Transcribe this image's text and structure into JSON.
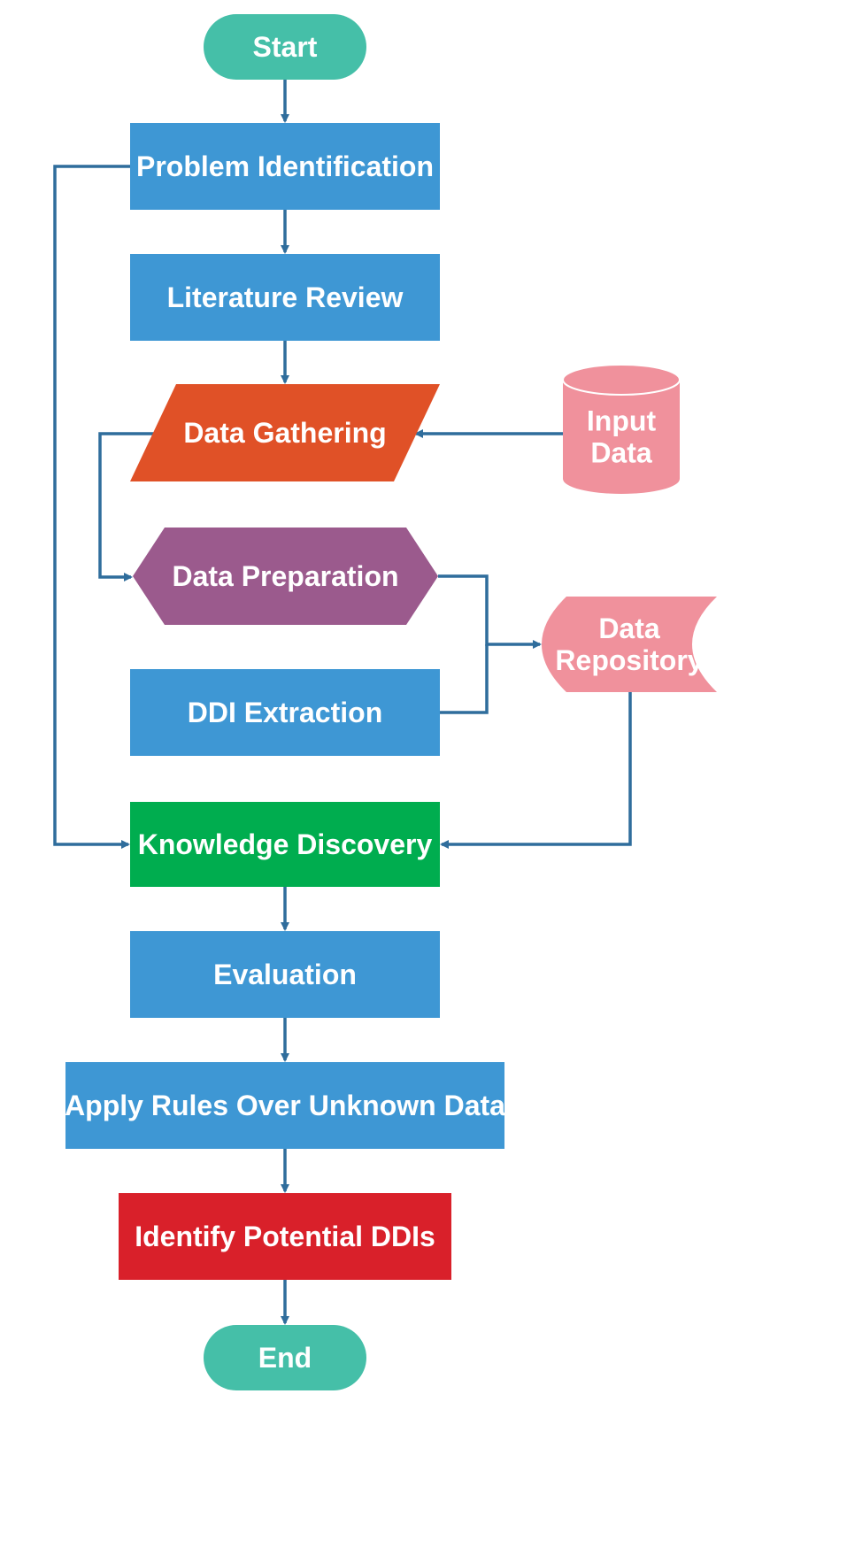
{
  "diagram": {
    "type": "flowchart",
    "nodes": [
      {
        "id": "start",
        "shape": "terminator",
        "lines": [
          "Start"
        ],
        "color": "#45bfa8"
      },
      {
        "id": "problem",
        "shape": "process",
        "lines": [
          "Problem Identification"
        ],
        "color": "#3e97d4"
      },
      {
        "id": "literature",
        "shape": "process",
        "lines": [
          "Literature Review"
        ],
        "color": "#3e97d4"
      },
      {
        "id": "gathering",
        "shape": "data-io",
        "lines": [
          "Data Gathering"
        ],
        "color": "#e05127"
      },
      {
        "id": "input",
        "shape": "database",
        "lines": [
          "Input",
          "Data"
        ],
        "color": "#f0919c"
      },
      {
        "id": "preparation",
        "shape": "preparation",
        "lines": [
          "Data Preparation"
        ],
        "color": "#9b5a8d"
      },
      {
        "id": "repository",
        "shape": "stored-data",
        "lines": [
          "Data",
          "Repository"
        ],
        "color": "#f0919c"
      },
      {
        "id": "ddi",
        "shape": "process",
        "lines": [
          "DDI Extraction"
        ],
        "color": "#3e97d4"
      },
      {
        "id": "knowledge",
        "shape": "process",
        "lines": [
          "Knowledge Discovery"
        ],
        "color": "#00ad4f"
      },
      {
        "id": "evaluation",
        "shape": "process",
        "lines": [
          "Evaluation"
        ],
        "color": "#3e97d4"
      },
      {
        "id": "apply",
        "shape": "process",
        "lines": [
          "Apply Rules Over Unknown Data"
        ],
        "color": "#3e97d4"
      },
      {
        "id": "identify",
        "shape": "process",
        "lines": [
          "Identify Potential DDIs"
        ],
        "color": "#d9202a"
      },
      {
        "id": "end",
        "shape": "terminator",
        "lines": [
          "End"
        ],
        "color": "#45bfa8"
      }
    ],
    "edges": [
      {
        "from": "start",
        "to": "problem"
      },
      {
        "from": "problem",
        "to": "literature"
      },
      {
        "from": "literature",
        "to": "gathering"
      },
      {
        "from": "input",
        "to": "gathering"
      },
      {
        "from": "gathering",
        "to": "preparation"
      },
      {
        "from": "preparation",
        "to": "repository"
      },
      {
        "from": "ddi",
        "to": "repository"
      },
      {
        "from": "problem",
        "to": "knowledge"
      },
      {
        "from": "repository",
        "to": "knowledge"
      },
      {
        "from": "knowledge",
        "to": "evaluation"
      },
      {
        "from": "evaluation",
        "to": "apply"
      },
      {
        "from": "apply",
        "to": "identify"
      },
      {
        "from": "identify",
        "to": "end"
      }
    ],
    "edge_color": "#2f6d9c"
  }
}
